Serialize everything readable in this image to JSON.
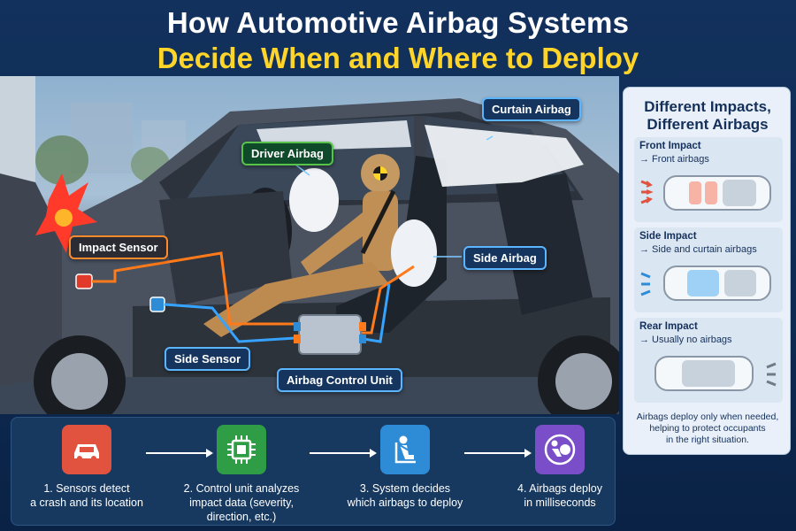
{
  "title": {
    "line1": "How Automotive Airbag Systems",
    "line2": "Decide When and Where to Deploy"
  },
  "scene_labels": {
    "curtain": "Curtain Airbag",
    "driver": "Driver Airbag",
    "impact_sensor": "Impact Sensor",
    "side_airbag": "Side Airbag",
    "side_sensor": "Side Sensor",
    "control_unit": "Airbag Control Unit"
  },
  "panel": {
    "title_line1": "Different Impacts,",
    "title_line2": "Different Airbags",
    "impacts": [
      {
        "name": "Front Impact",
        "desc": "→ Front airbags"
      },
      {
        "name": "Side Impact",
        "desc": "→ Side and curtain airbags"
      },
      {
        "name": "Rear Impact",
        "desc": "→ Usually no airbags"
      }
    ],
    "note_line1": "Airbags deploy only when needed,",
    "note_line2": "helping to protect occupants",
    "note_line3": "in the right situation."
  },
  "steps": [
    {
      "line1": "1. Sensors detect",
      "line2": "a crash and its location",
      "icon": "car-icon",
      "color": "#e2533f"
    },
    {
      "line1": "2. Control unit analyzes",
      "line2": "impact data (severity, direction, etc.)",
      "icon": "chip-icon",
      "color": "#2f9d45"
    },
    {
      "line1": "3. System decides",
      "line2": "which airbags to deploy",
      "icon": "seated-person-icon",
      "color": "#2e8bd6"
    },
    {
      "line1": "4. Airbags deploy",
      "line2": "in milliseconds",
      "icon": "airbag-person-icon",
      "color": "#7b4ec9"
    }
  ]
}
